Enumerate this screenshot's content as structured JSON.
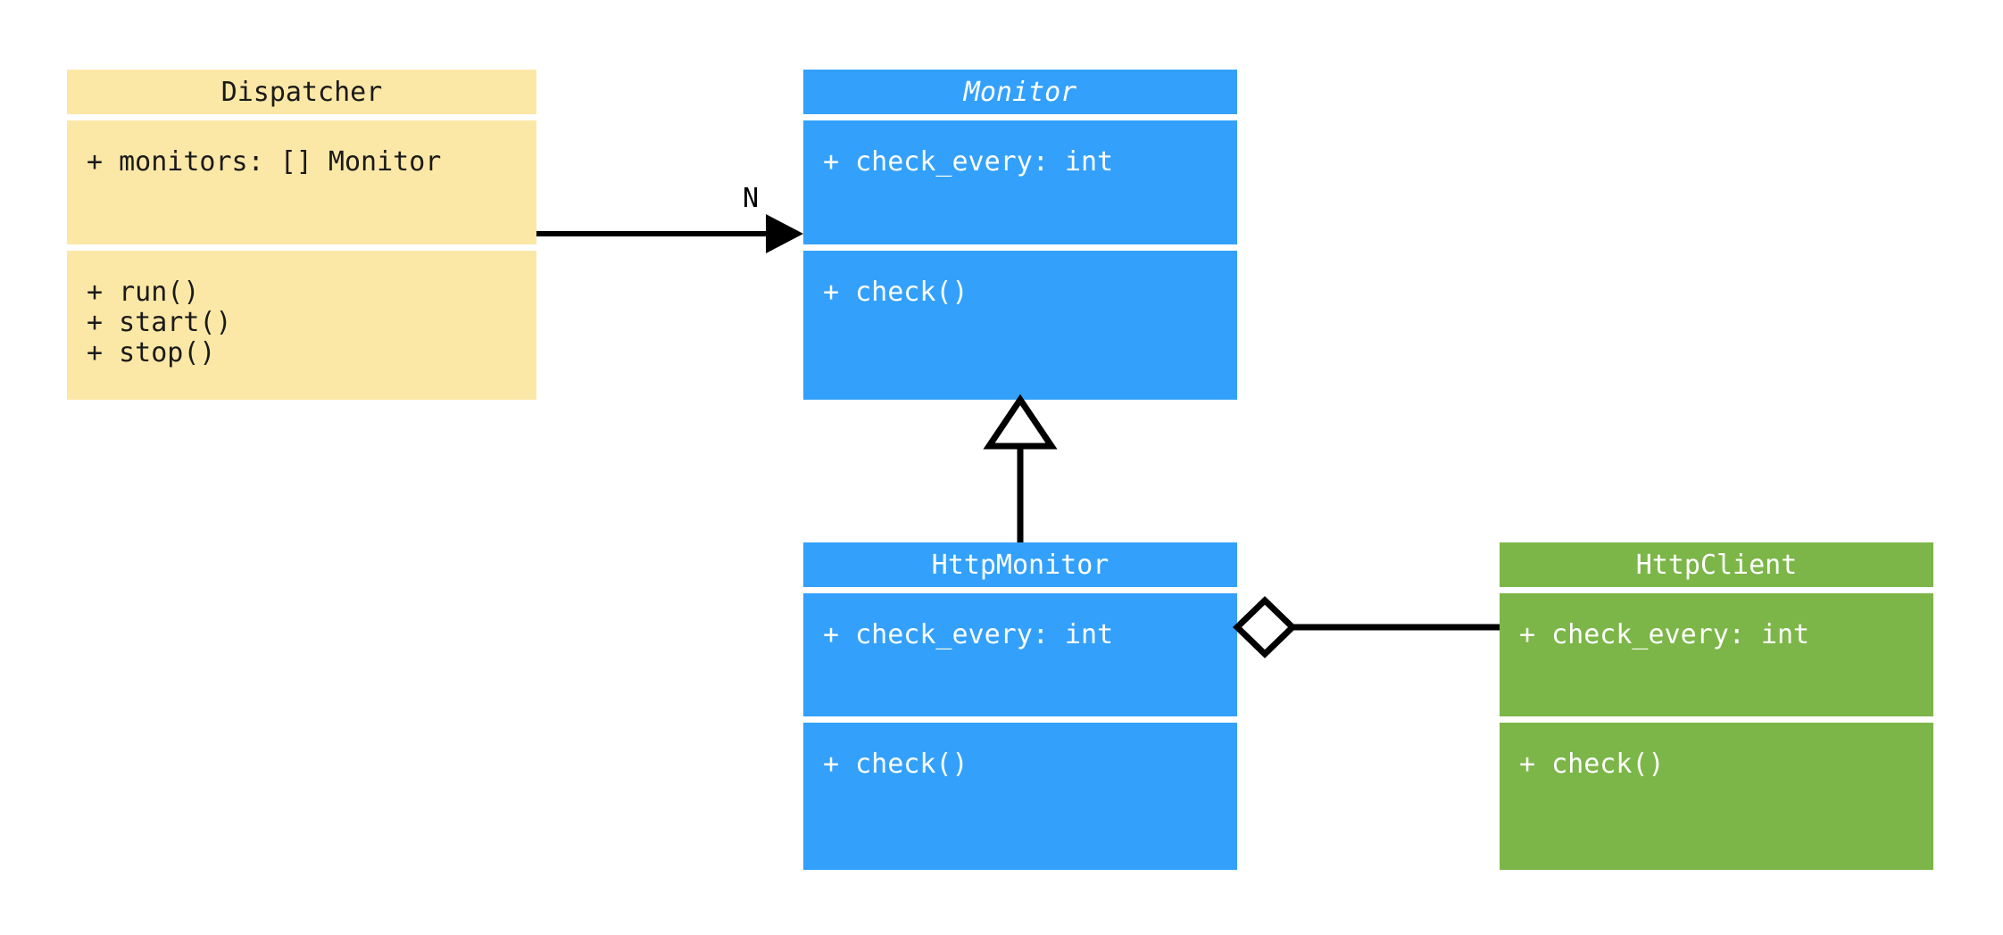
{
  "diagram": {
    "title": "UML class diagram",
    "type": "uml-class-diagram",
    "background_color": "#ffffff",
    "palette": {
      "yellow": "#fce8a6",
      "blue": "#33a1fc",
      "green": "#7cb648",
      "line": "#000000",
      "separator": "#ffffff",
      "dark_text": "#1a1a1a",
      "light_text": "#ffffff"
    }
  },
  "classes": {
    "dispatcher": {
      "name": "Dispatcher",
      "abstract": false,
      "color": "#fce8a6",
      "attributes": [
        "+ monitors: [] Monitor"
      ],
      "methods": [
        "+ run()",
        "+ start()",
        "+ stop()"
      ],
      "attributes_text": "+ monitors: [] Monitor",
      "methods_text": "+ run()\n+ start()\n+ stop()"
    },
    "monitor": {
      "name": "Monitor",
      "abstract": true,
      "color": "#33a1fc",
      "attributes": [
        "+ check_every: int"
      ],
      "methods": [
        "+ check()"
      ],
      "attributes_text": "+ check_every: int",
      "methods_text": "+ check()"
    },
    "http_monitor": {
      "name": "HttpMonitor",
      "abstract": false,
      "color": "#33a1fc",
      "attributes": [
        "+ check_every: int"
      ],
      "methods": [
        "+ check()"
      ],
      "attributes_text": "+ check_every: int",
      "methods_text": "+ check()"
    },
    "http_client": {
      "name": "HttpClient",
      "abstract": false,
      "color": "#7cb648",
      "attributes": [
        "+ check_every: int"
      ],
      "methods": [
        "+ check()"
      ],
      "attributes_text": "+ check_every: int",
      "methods_text": "+ check()"
    }
  },
  "relationships": {
    "dispatcher_to_monitor": {
      "kind": "association",
      "from": "Dispatcher",
      "to": "Monitor",
      "multiplicity_label": "N",
      "arrowhead": "filled-triangle"
    },
    "http_monitor_to_monitor": {
      "kind": "generalization",
      "from": "HttpMonitor",
      "to": "Monitor",
      "multiplicity_label": "",
      "arrowhead": "hollow-triangle"
    },
    "http_monitor_to_http_client": {
      "kind": "aggregation",
      "from": "HttpMonitor",
      "to": "HttpClient",
      "multiplicity_label": "",
      "arrowhead": "hollow-diamond"
    }
  }
}
